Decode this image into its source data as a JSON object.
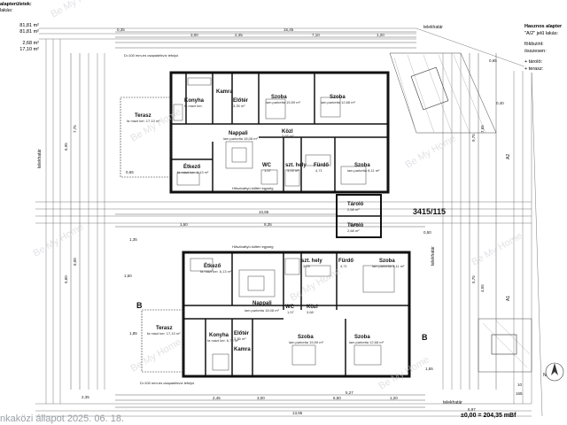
{
  "legend_left": {
    "heading": "alapterületek:",
    "sub": "lakás:",
    "v1": "81,81 m²",
    "v2": "81,81 m²",
    "v3": "2,68 m²",
    "v4": "17,10 m²"
  },
  "legend_right": {
    "heading": "Hasznos alapter",
    "sub": "\"A/2\" jelű lakás:",
    "l1": "földszint:",
    "l2": "összesen:",
    "l3": "+ tároló:",
    "l4": "+ terasz:"
  },
  "parcel_number": "3415/115",
  "labels": {
    "telekhatar_top": "telekhatár",
    "telekhatar_bottom": "telekhatár",
    "telekhatar_left": "telekhatár",
    "telekhatar_right": "telekhatár",
    "kerites_top": "Hőszivattyú kültéri egység",
    "kerites_mid": "Hőszivattyú kültéri egység",
    "downpipe_top": "D=100 mm-es csapadékvíz lefolyó",
    "downpipe_bottom": "D=100 mm-es csapadékvíz lefolyó",
    "b_marker_left": "B",
    "b_marker_right": "B",
    "a1": "A1",
    "a2": "A2",
    "north": "N",
    "elevation": "±0,00 = 204,35 mBf",
    "status_line": "nkaközi állapot 2025. 06. 18.",
    "watermark": "Be My Home"
  },
  "rooms_top": {
    "kamra": "Kamra",
    "konyha": {
      "name": "Konyha",
      "sub": "fa mázt ker."
    },
    "eloter": {
      "name": "Előtér",
      "sub": "3,35 m²"
    },
    "szoba1": {
      "name": "Szoba",
      "sub": "lam.parketta 15,59 m²"
    },
    "szoba2": {
      "name": "Szoba",
      "sub": "lam.parketta 12,68 m²"
    },
    "terasz": {
      "name": "Terasz",
      "sub": "fa mázt ker. 17,10 m²"
    },
    "nappali": {
      "name": "Nappali",
      "sub": "lam.parketta 18,08 m²"
    },
    "kozl": {
      "name": "Közl",
      "sub": "3,68 m²"
    },
    "etkezo": {
      "name": "Étkező",
      "sub": "fa mázt ker. 6,13 m²"
    },
    "wc": {
      "name": "WC",
      "sub": "1,57"
    },
    "szhely": {
      "name": "szt. hely",
      "sub": "3,03 m²"
    },
    "furdo": {
      "name": "Fürdő",
      "sub": "4,71"
    },
    "szoba3": {
      "name": "Szoba",
      "sub": "lam.parketta 8,11 m²"
    },
    "tarolo": {
      "name": "Tároló",
      "sub": "2,68 m²"
    }
  },
  "rooms_bottom": {
    "tarolo": {
      "name": "Tároló",
      "sub": "2,68 m²"
    },
    "etkezo": {
      "name": "Étkező",
      "sub": "fa mázt ker. 6,13 m²"
    },
    "nappali": {
      "name": "Nappali",
      "sub": "lam.parketta 18,08 m²"
    },
    "wc": {
      "name": "WC",
      "sub": "1,57"
    },
    "szhely": {
      "name": "szt. hely",
      "sub": "3,03"
    },
    "furdo": {
      "name": "Fürdő",
      "sub": "4,71"
    },
    "szoba1": {
      "name": "Szoba",
      "sub": "lam.parketta 8,11 m²"
    },
    "kozl": {
      "name": "Közl",
      "sub": "3,68"
    },
    "terasz": {
      "name": "Terasz",
      "sub": "fa mázt ker. 17,10 m²"
    },
    "konyha": {
      "name": "Konyha",
      "sub": "fa mázt ker. 6,72 m²"
    },
    "eloter": {
      "name": "Előtér",
      "sub": "3,35 m²"
    },
    "kamra": "Kamra",
    "szoba2": {
      "name": "Szoba",
      "sub": "lam.parketta 15,59 m²"
    },
    "szoba3": {
      "name": "Szoba",
      "sub": "lam.parketta 12,68 m²"
    }
  },
  "dims": {
    "top_total": "15,45",
    "top_a": "3,00",
    "top_b": "2,45",
    "top_c": "7,10",
    "top_d": "1,20",
    "top_e": "0,35",
    "mid_total": "10,85",
    "mid_a": "1,50",
    "mid_b": "9,35",
    "mid_c": "0,40",
    "bot_total": "13,95",
    "bot_a": "2,45",
    "bot_b": "3,00",
    "bot_c": "6,50",
    "bot_d": "1,20",
    "bot_e": "6,97",
    "bot_f": "5,27",
    "left_a": "6,95",
    "left_b": "7,75",
    "left_c": "5,60",
    "left_d": "6,00",
    "left_e": "2,35",
    "left_f": "1,50",
    "left_g": "0,65",
    "left_h": "1,35",
    "left_i": "1,85",
    "right_a": "9,75",
    "right_b": "7,65",
    "right_c": "5,75",
    "right_d": "4,55",
    "right_e": "0,65",
    "right_f": "0,40",
    "right_g": "0,50",
    "right_h": "1,55",
    "right_i": "10",
    "right_j": "165"
  }
}
